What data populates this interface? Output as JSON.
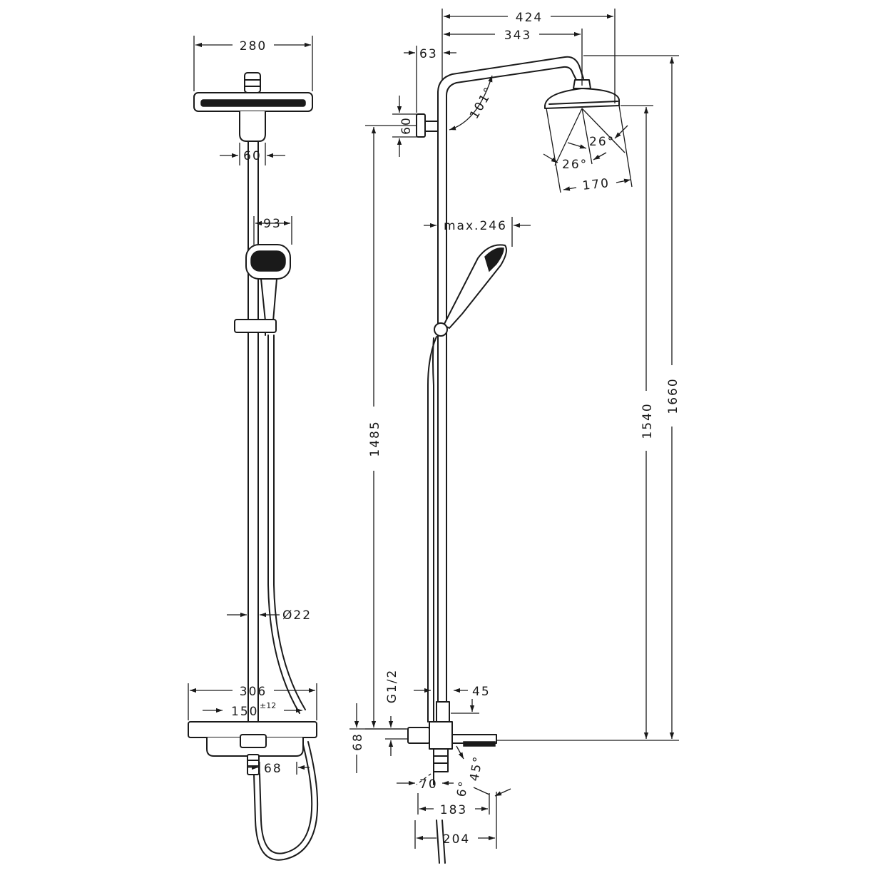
{
  "front_view": {
    "head_width": "280",
    "holder_width": "60",
    "handshower_width": "93",
    "rail_diameter": "Ø22",
    "thermostat_width": "306",
    "connection_distance": "150",
    "connection_tolerance": "±12",
    "spout_offset": "68"
  },
  "side_view": {
    "overall_projection": "424",
    "head_projection": "343",
    "wall_offset": "63",
    "bracket_height": "60",
    "arm_angle": "101°",
    "spray_angle_a": "26°",
    "spray_angle_b": "26°",
    "head_diameter": "170",
    "handshower_projection": "max.246",
    "rail_height": "1485",
    "head_height": "1540",
    "overall_height": "1660",
    "thread": "G1/2",
    "pipe_offset": "45",
    "mixer_height": "68",
    "outlet_distance": "70",
    "spout_angle_a": "6°",
    "spout_angle_b": "45°",
    "spout_projection": "183",
    "total_depth": "204"
  }
}
